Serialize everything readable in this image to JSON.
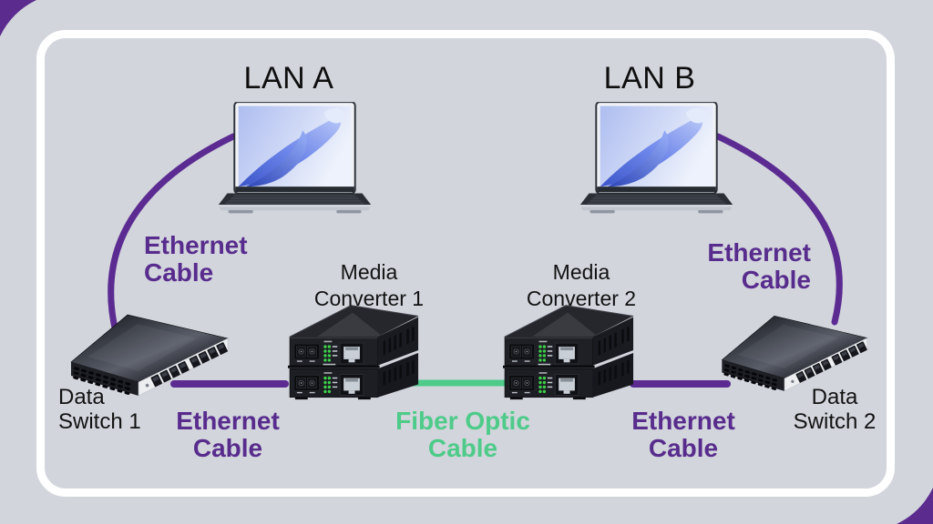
{
  "colors": {
    "background": "#d2d5dc",
    "frame": "#ffffff",
    "ethernet_purple": "#582c8d",
    "fiber_green": "#4ecb89",
    "label_black": "#121212"
  },
  "titles": {
    "lan_a": "LAN A",
    "lan_b": "LAN B"
  },
  "devices": {
    "media_converter_1": {
      "line1": "Media",
      "line2": "Converter 1"
    },
    "media_converter_2": {
      "line1": "Media",
      "line2": "Converter 2"
    },
    "data_switch_1": {
      "line1": "Data",
      "line2": "Switch 1"
    },
    "data_switch_2": {
      "line1": "Data",
      "line2": "Switch 2"
    }
  },
  "cables": {
    "ethernet_top_left": {
      "line1": "Ethernet",
      "line2": "Cable"
    },
    "ethernet_top_right": {
      "line1": "Ethernet",
      "line2": "Cable"
    },
    "ethernet_bottom_left": {
      "line1": "Ethernet",
      "line2": "Cable"
    },
    "ethernet_bottom_right": {
      "line1": "Ethernet",
      "line2": "Cable"
    },
    "fiber_optic": {
      "line1": "Fiber Optic",
      "line2": "Cable"
    }
  }
}
